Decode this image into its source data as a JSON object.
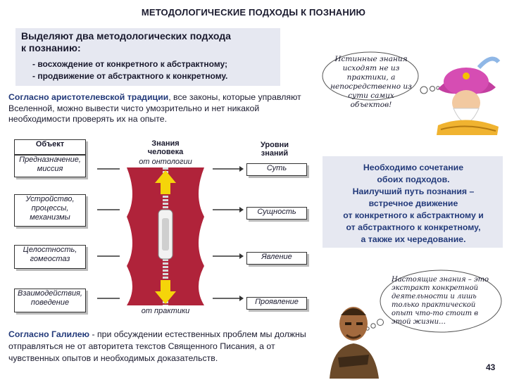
{
  "title": "МЕТОДОЛОГИЧЕСКИЕ ПОДХОДЫ К ПОЗНАНИЮ",
  "intro": {
    "heading_line1": "Выделяют два методологических подхода",
    "heading_line2": "к познанию:",
    "items": [
      "- восхождение от конкретного к абстрактному;",
      "- продвижение от абстрактного к конкретному."
    ]
  },
  "aristotle": {
    "lead": "Согласно аристотелевской традиции",
    "rest": ", все законы, которые управляют Вселенной, можно вывести чисто умозрительно и нет никакой необходимости проверять их на опыте."
  },
  "bubble_top": "Истинные знания исходят не из практики, а непосредственно из сути самих объектов!",
  "diagram": {
    "object_header": "Объект",
    "knowledge_header_line1": "Знания",
    "knowledge_header_line2": "человека",
    "levels_header_line1": "Уровни",
    "levels_header_line2": "знаний",
    "from_ontology": "от онтологии",
    "from_practice": "от практики",
    "object_boxes": [
      "Предназначение, миссия",
      "Устройство, процессы, механизмы",
      "Целостность, гомеостаз",
      "Взаимодействия, поведение"
    ],
    "level_boxes": [
      "Суть",
      "Сущность",
      "Явление",
      "Проявление"
    ]
  },
  "combine": [
    "Необходимо сочетание",
    "обоих подходов.",
    "Наилучший путь познания –",
    "встречное движение",
    "от конкретного к абстрактному и",
    "от абстрактного к конкретному,",
    "а также их чередование."
  ],
  "bubble_bottom": "Настоящие знания – это экстракт конкретной деятельности и лишь только практической опыт что-то стоит в этой жизни…",
  "galileo": {
    "lead": "Согласно Галилею",
    "rest": " - при обсуждении естественных проблем мы должны отправляться не от авторитета текстов Священного Писания, а от чувственных опытов и необходимых доказательств."
  },
  "page_number": "43",
  "colors": {
    "accent_blue": "#233a7a",
    "panel": "#e6e8f1",
    "zipper_red": "#b0233a",
    "arrow_yellow": "#f5d40a"
  }
}
